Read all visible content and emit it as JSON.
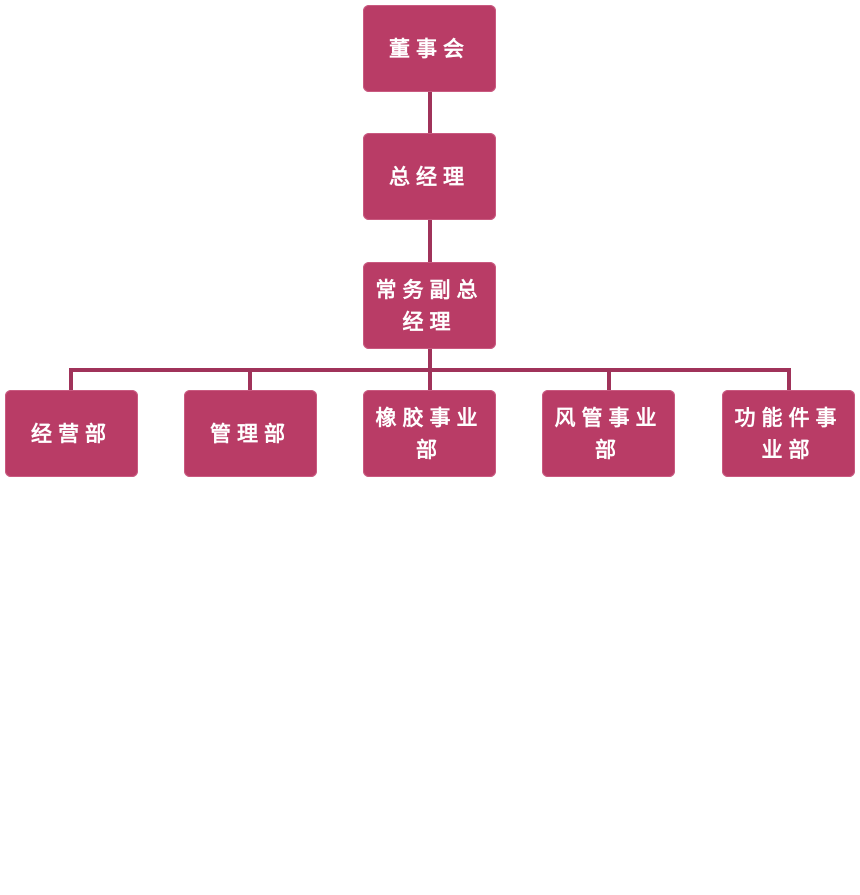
{
  "chart": {
    "level1": {
      "label": "董事会"
    },
    "level2": {
      "label": "总经理"
    },
    "level3": {
      "label": "常务副总经理"
    },
    "departments": [
      {
        "label": "经营部"
      },
      {
        "label": "管理部"
      },
      {
        "label": "橡胶事业部"
      },
      {
        "label": "风管事业部"
      },
      {
        "label": "功能件事业部"
      }
    ]
  },
  "colors": {
    "box": "#b93c66",
    "connector": "#a0335a",
    "text": "#ffffff"
  }
}
